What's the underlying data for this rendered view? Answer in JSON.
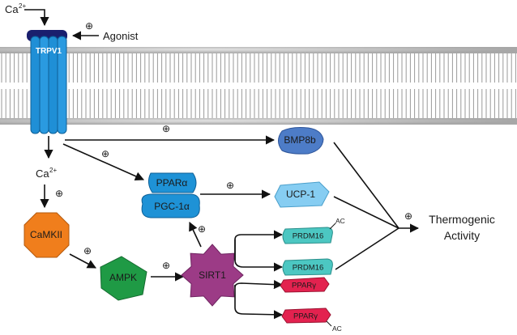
{
  "labels": {
    "ca_top": "Ca",
    "ca_top_sup": "2+",
    "agonist": "Agonist",
    "trpv1": "TRPV1",
    "ca_mid": "Ca",
    "ca_mid_sup": "2+",
    "camkii": "CaMKII",
    "ampk": "AMPK",
    "sirt1": "SIRT1",
    "ppar_alpha": "PPARα",
    "pgc1a": "PGC-1α",
    "ucp1": "UCP-1",
    "bmp8b": "BMP8b",
    "prdm16_ac": "PRDM16",
    "prdm16": "PRDM16",
    "ppar_gamma": "PPARγ",
    "ppar_gamma_ac": "PPARγ",
    "ac_1": "AC",
    "ac_2": "AC",
    "thermogenic_line1": "Thermogenic",
    "thermogenic_line2": "Activity",
    "plus": "⊕"
  },
  "colors": {
    "trpv1": "#1f8fd6",
    "trpv1_cap": "#1a1f6e",
    "camkii": "#f07e1c",
    "ampk": "#1f9a45",
    "sirt1": "#9c3b86",
    "ppar_pgc": "#1e92d6",
    "ucp1": "#86cdf2",
    "bmp8b": "#4d7cc7",
    "prdm16": "#4cc7c2",
    "ppar_gamma": "#e3224f",
    "membrane_line": "#9a9a9a",
    "membrane_head": "#c8c8c8"
  }
}
